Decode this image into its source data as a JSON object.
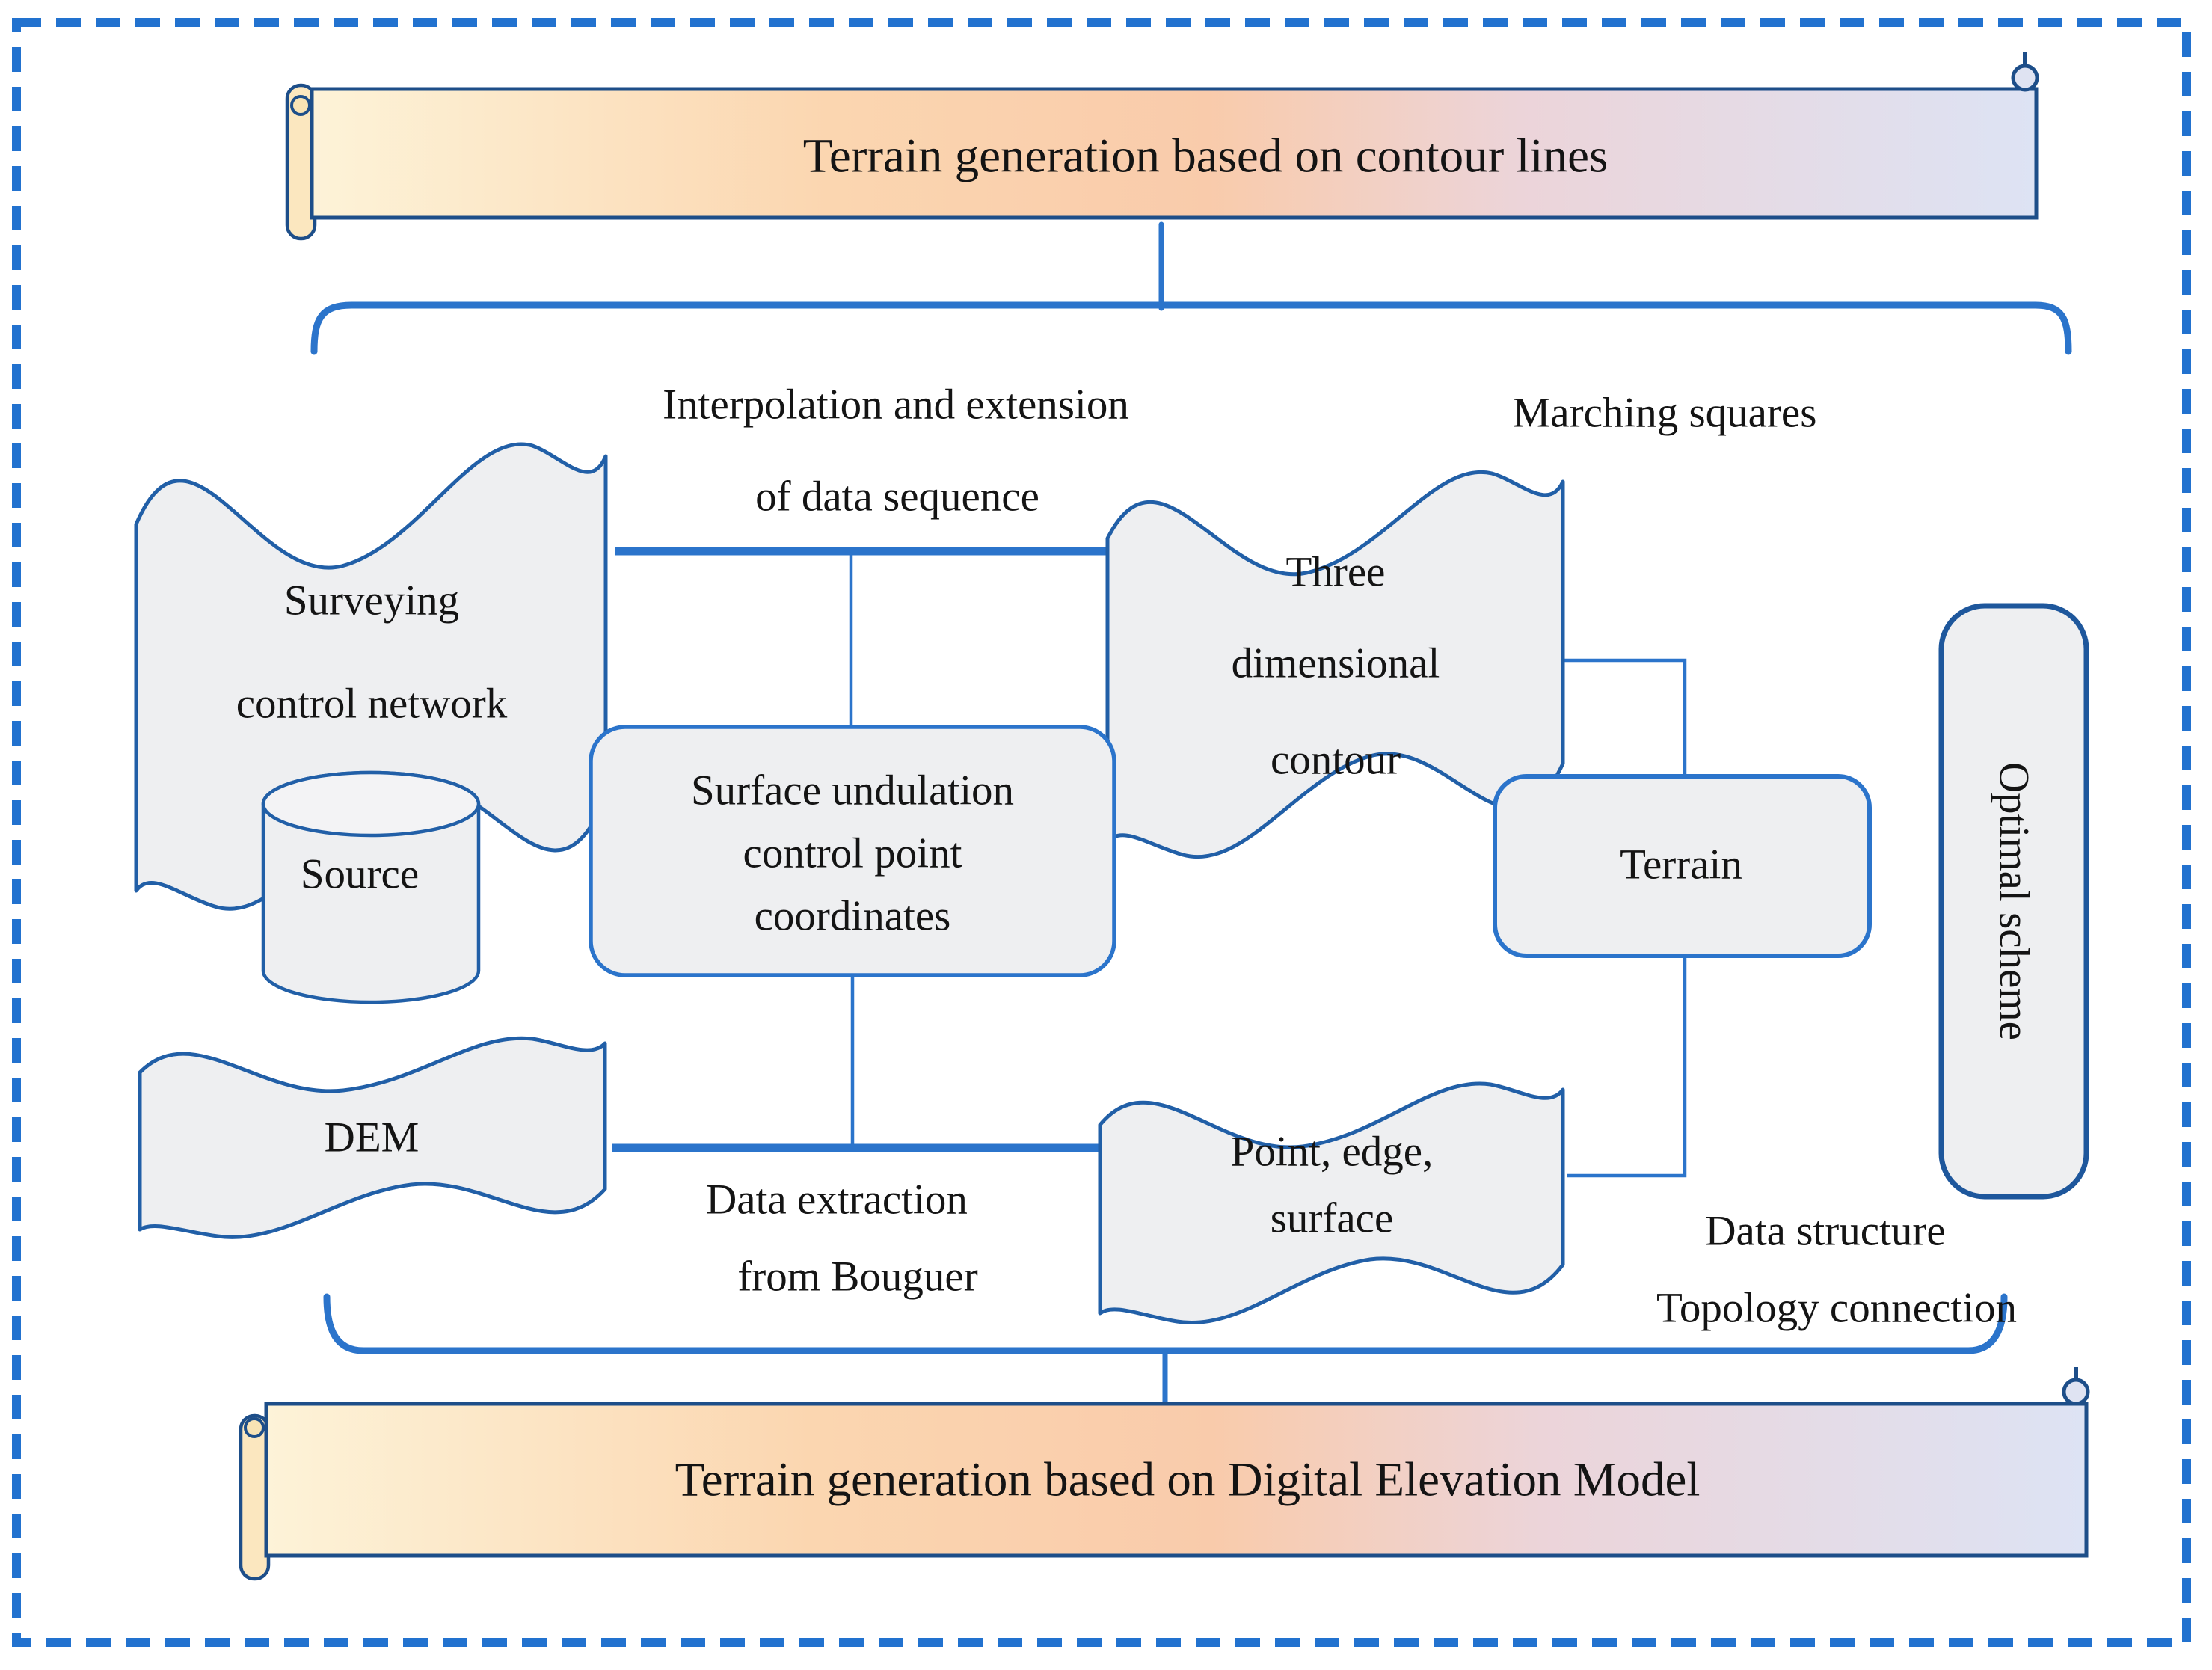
{
  "banners": {
    "top": "Terrain generation based on contour lines",
    "bottom": "Terrain generation based on Digital Elevation Model"
  },
  "labels": {
    "interpolation_line1": "Interpolation and extension",
    "interpolation_line2": "of data sequence",
    "marching_squares": "Marching squares",
    "data_extraction_line1": "Data extraction",
    "data_extraction_line2": "from Bouguer",
    "data_structure_line1": "Data structure",
    "data_structure_line2": "Topology connection"
  },
  "nodes": {
    "surveying": {
      "line1": "Surveying",
      "line2": "control network"
    },
    "three_dimensional": {
      "line1": "Three",
      "line2": "dimensional",
      "line3": "contour"
    },
    "source": "Source",
    "surface_undulation": {
      "line1": "Surface undulation",
      "line2": "control point",
      "line3": "coordinates"
    },
    "terrain": "Terrain",
    "optimal_scheme": "Optimal scheme",
    "dem": "DEM",
    "point_edge": {
      "line1": "Point, edge,",
      "line2": "surface"
    }
  },
  "colors": {
    "dashed_border_blue": "#2272cf",
    "connector_blue": "#2b74cb",
    "shape_outline_navy": "#215fa7",
    "banner_outline_navy": "#1d4e89",
    "shape_fill_gray": "#eeeff1",
    "banner_yellow": "#fdf3d8",
    "banner_peach": "#f9cbab",
    "banner_lavender": "#dde3f4",
    "text_color": "#141414"
  }
}
